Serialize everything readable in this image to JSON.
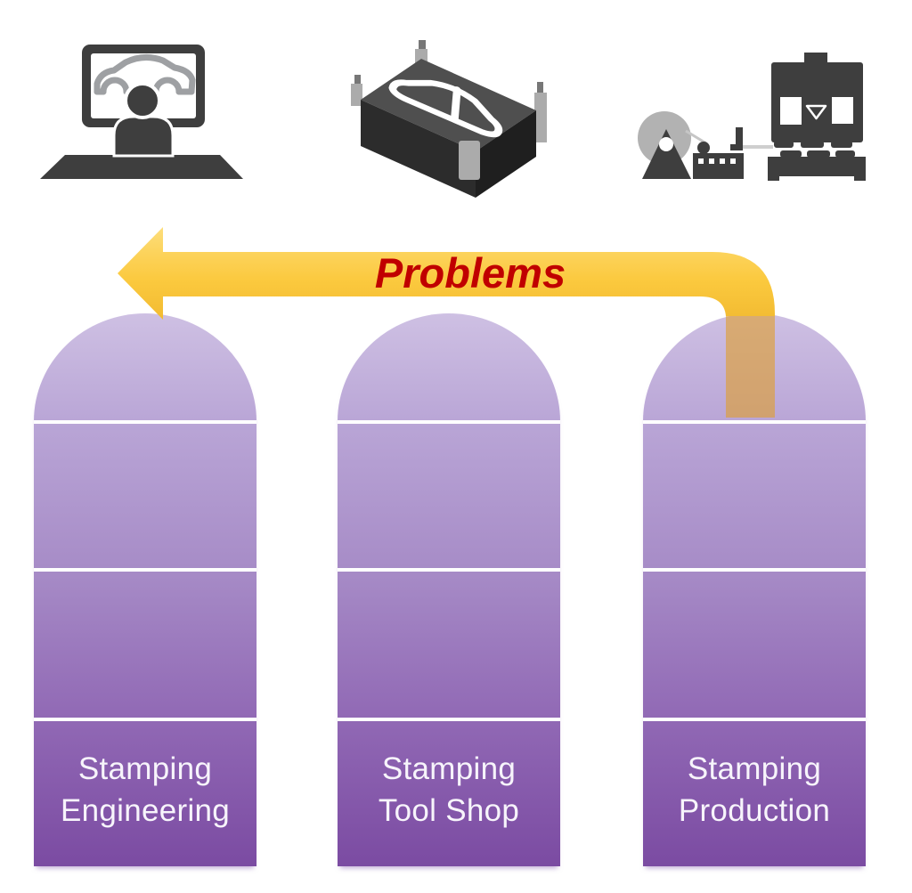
{
  "flow": {
    "arrow_label": "Problems",
    "direction": "right-to-left"
  },
  "icons": [
    {
      "name": "engineering-workstation-icon",
      "depicts": "engineer at monitor showing car body design"
    },
    {
      "name": "stamping-die-icon",
      "depicts": "stamping die block with car panel outline"
    },
    {
      "name": "stamping-press-icon",
      "depicts": "coil feed line and stamping press"
    }
  ],
  "silos": [
    {
      "lines": [
        "Stamping",
        "Engineering"
      ]
    },
    {
      "lines": [
        "Stamping",
        "Tool Shop"
      ]
    },
    {
      "lines": [
        "Stamping",
        "Production"
      ]
    }
  ],
  "colors": {
    "arrow-yellow": "#FBC93E",
    "arrow-amber": "#DE9E2E",
    "label-red": "#C00000",
    "silo-light": "#CEC0E3",
    "silo-dark": "#7B4BA2",
    "icon-dark": "#3E3E3E",
    "label-white": "#F7F4FB"
  }
}
